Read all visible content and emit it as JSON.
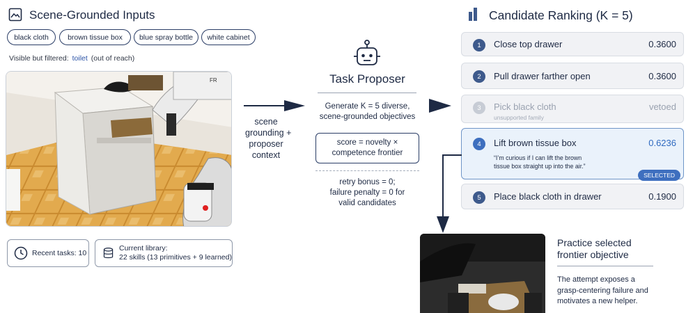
{
  "inputs": {
    "title": "Scene-Grounded Inputs",
    "chips": [
      "black cloth",
      "brown tissue box",
      "blue spray bottle",
      "white cabinet"
    ],
    "filtered_prefix": "Visible but filtered:",
    "filtered_object": "toilet",
    "filtered_reason": "(out of reach)",
    "recent_tasks": "Recent tasks: 10",
    "library_title": "Current library:",
    "library_detail": "22 skills (13 primitives + 9 learned)"
  },
  "flow": {
    "arrow_label": [
      "scene",
      "grounding +",
      "proposer",
      "context"
    ]
  },
  "proposer": {
    "title": "Task Proposer",
    "description": [
      "Generate K = 5 diverse,",
      "scene-grounded objectives"
    ],
    "score_formula": [
      "score = novelty ×",
      "competence frontier"
    ],
    "bonus_note": [
      "retry bonus = 0;",
      "failure penalty = 0 for",
      "valid candidates"
    ]
  },
  "ranking": {
    "title": "Candidate Ranking (K = 5)",
    "candidates": [
      {
        "rank": "1",
        "label": "Close top drawer",
        "score": "0.3600"
      },
      {
        "rank": "2",
        "label": "Pull drawer farther open",
        "score": "0.3600"
      },
      {
        "rank": "3",
        "label": "Pick black cloth",
        "score": "vetoed",
        "note": "unsupported family"
      },
      {
        "rank": "4",
        "label": "Lift brown tissue box",
        "score": "0.6236",
        "quote": [
          "“I’m curious if I can lift the brown",
          "tissue box straight up into the air.”"
        ],
        "badge": "SELECTED"
      },
      {
        "rank": "5",
        "label": "Place black cloth in drawer",
        "score": "0.1900"
      }
    ]
  },
  "practice": {
    "title": [
      "Practice selected",
      "frontier objective"
    ],
    "description": [
      "The attempt exposes a",
      "grasp-centering failure and",
      "motivates a new helper."
    ]
  },
  "colors": {
    "navy": "#1e2a44",
    "accent": "#2f6ac0",
    "selected_fill": "#eaf2fb"
  }
}
